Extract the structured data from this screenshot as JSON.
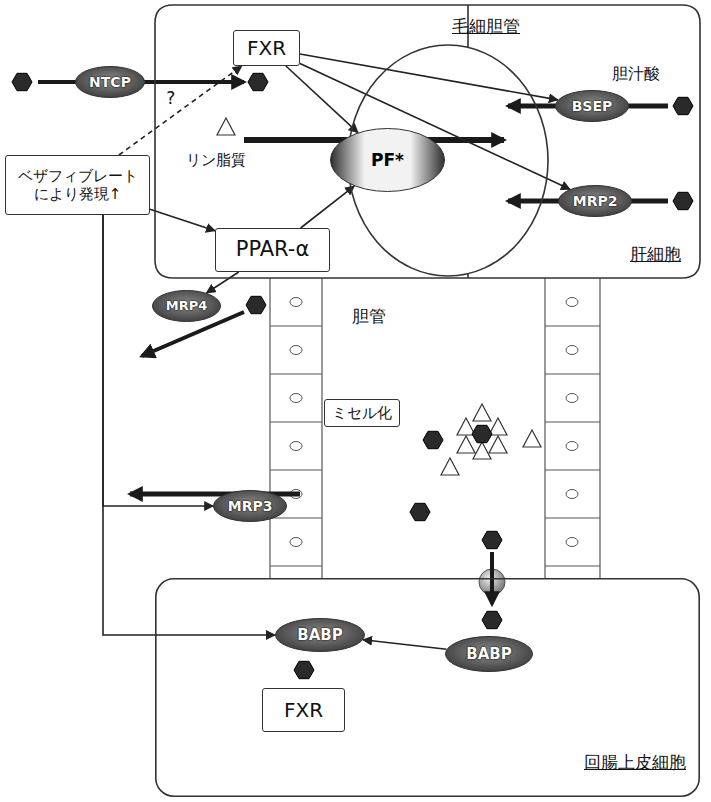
{
  "diagram": {
    "nodes": [
      {
        "text": [
          "肝細胞"
        ]
      },
      {
        "text": [
          "FXR"
        ],
        "in": 0
      },
      {
        "text": [
          "毛細胆管"
        ],
        "in": 0
      },
      {
        "text": [
          "BSEP"
        ],
        "in": 0
      },
      {
        "text": [
          "PF*"
        ],
        "in": 0
      },
      {
        "text": [
          "MRP2"
        ],
        "in": 0
      },
      {
        "text": [
          "PPAR-α"
        ],
        "in": 0
      },
      {
        "text": [
          "NTCP"
        ]
      },
      {
        "text": [
          "ベザフィブレートにより発現↑"
        ]
      },
      {
        "text": [
          "MRP4"
        ]
      },
      {
        "text": [
          "ミセル化"
        ]
      },
      {
        "text": [
          "MRP3"
        ]
      },
      {
        "text": [
          "回腸上皮細胞"
        ]
      },
      {
        "text": [
          "BABP"
        ],
        "in": 12
      },
      {
        "text": [
          "BABP"
        ],
        "in": 12
      },
      {
        "text": [
          "FXR"
        ],
        "in": 12
      }
    ],
    "edges": [
      {
        "from": 1,
        "to": 3,
        "arrow": "to"
      },
      {
        "from": 1,
        "to": 5,
        "arrow": "to"
      },
      {
        "from": 1,
        "to": 4,
        "arrow": "to"
      },
      {
        "from": 8,
        "to": 1,
        "label": "?",
        "arrow": "to"
      },
      {
        "from": 8,
        "to": 6,
        "arrow": "to"
      },
      {
        "from": 6,
        "to": 4,
        "arrow": "to"
      },
      {
        "from": 6,
        "to": 9,
        "arrow": "to"
      },
      {
        "from": 8,
        "to": 11,
        "arrow": "to"
      },
      {
        "from": 8,
        "to": 14,
        "arrow": "to"
      },
      {
        "from": 13,
        "to": 14,
        "arrow": "to"
      }
    ],
    "labels": [
      "胆汁酸",
      "リン脂質",
      "胆管"
    ]
  }
}
